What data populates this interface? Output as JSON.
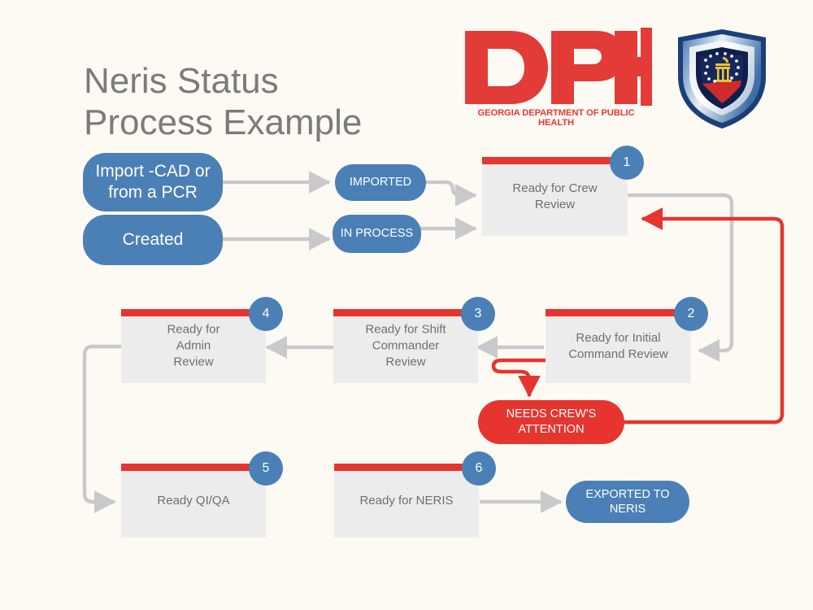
{
  "page": {
    "title": "Neris Status\nProcess Example",
    "background_color": "#fdfaf4",
    "title_color": "#7b7b7b"
  },
  "branding": {
    "dph_wordmark": "DPH",
    "dph_tagline": "GEORGIA DEPARTMENT OF PUBLIC HEALTH",
    "dph_color": "#e23b38",
    "shield_name": "georgia-state-shield-badge",
    "shield_color": "#1b3f7a"
  },
  "colors": {
    "blue": "#4a80b5",
    "red": "#e5352e",
    "card_gray": "#ececec",
    "text_gray": "#6f6f6f",
    "connector_gray": "#c9c9cc"
  },
  "entry_nodes": [
    {
      "id": "import-cad",
      "label": "Import -CAD\nor from a PCR"
    },
    {
      "id": "created",
      "label": "Created"
    }
  ],
  "status_pills": [
    {
      "id": "imported",
      "label": "IMPORTED"
    },
    {
      "id": "in-process",
      "label": "IN PROCESS"
    },
    {
      "id": "exported-to-neris",
      "label": "EXPORTED TO\nNERIS"
    }
  ],
  "alert_pill": {
    "id": "needs-crews-attention",
    "label": "NEEDS CREW'S\nATTENTION"
  },
  "cards": [
    {
      "id": "ready-for-crew-review",
      "badge": "1",
      "label": "Ready for Crew\nReview"
    },
    {
      "id": "ready-for-initial-command-review",
      "badge": "2",
      "label": "Ready for Initial\nCommand Review"
    },
    {
      "id": "ready-for-shift-commander-review",
      "badge": "3",
      "label": "Ready for Shift\nCommander\nReview"
    },
    {
      "id": "ready-for-admin-review",
      "badge": "4",
      "label": "Ready for\nAdmin\nReview"
    },
    {
      "id": "ready-qi-qa",
      "badge": "5",
      "label": "Ready QI/QA"
    },
    {
      "id": "ready-for-neris",
      "badge": "6",
      "label": "Ready for NERIS"
    }
  ],
  "flow": {
    "connectors": [
      {
        "from": "import-cad",
        "to": "imported",
        "color": "gray"
      },
      {
        "from": "created",
        "to": "in-process",
        "color": "gray"
      },
      {
        "from": "imported",
        "to": "ready-for-crew-review",
        "color": "gray"
      },
      {
        "from": "in-process",
        "to": "ready-for-crew-review",
        "color": "gray"
      },
      {
        "from": "ready-for-crew-review",
        "to": "ready-for-initial-command-review",
        "color": "gray"
      },
      {
        "from": "ready-for-initial-command-review",
        "to": "ready-for-shift-commander-review",
        "color": "gray"
      },
      {
        "from": "ready-for-shift-commander-review",
        "to": "ready-for-admin-review",
        "color": "gray"
      },
      {
        "from": "ready-for-admin-review",
        "to": "ready-qi-qa",
        "color": "gray"
      },
      {
        "from": "ready-for-neris",
        "to": "exported-to-neris",
        "color": "gray"
      },
      {
        "from": "ready-for-initial-command-review",
        "to": "needs-crews-attention",
        "color": "red"
      },
      {
        "from": "needs-crews-attention",
        "to": "ready-for-crew-review",
        "color": "red"
      }
    ]
  }
}
